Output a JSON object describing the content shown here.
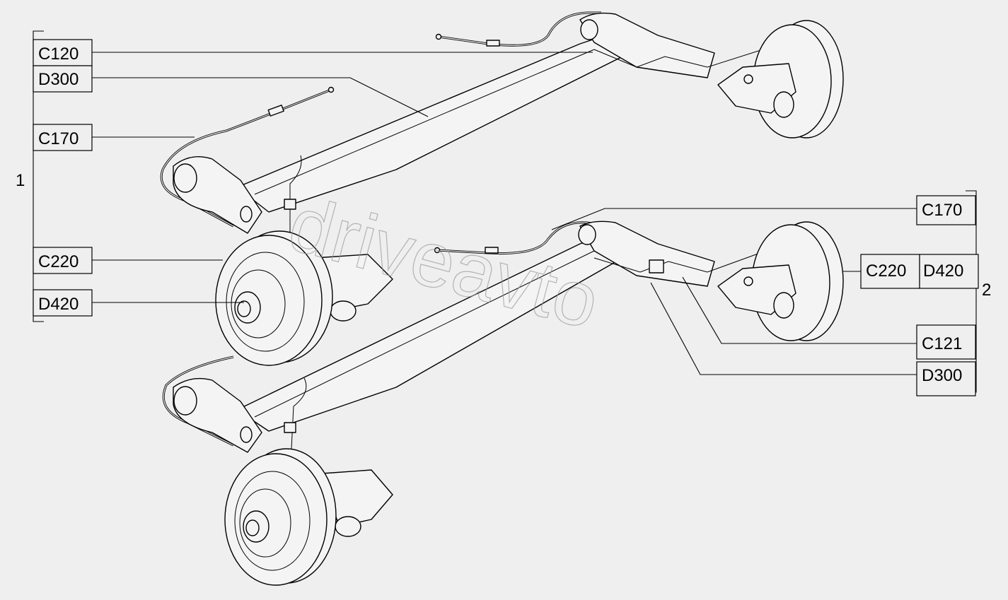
{
  "watermark": "driveavto",
  "groups": [
    {
      "number": "1",
      "labels": [
        "C120",
        "D300",
        "C170",
        "C220",
        "D420"
      ]
    },
    {
      "number": "2",
      "labels": [
        "C170",
        "C220",
        "D420",
        "C121",
        "D300"
      ]
    }
  ]
}
